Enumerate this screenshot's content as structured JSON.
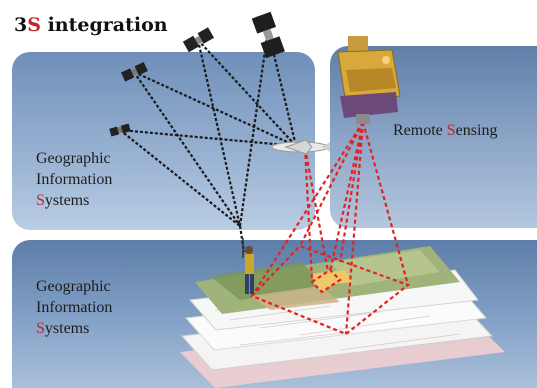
{
  "title": {
    "lead": "3",
    "accent": "S",
    "rest": " integration"
  },
  "labels": {
    "gis_top": {
      "line1": "Geographic",
      "line2": "Information",
      "line3_accent": "S",
      "line3_rest": "ystems"
    },
    "remote_sensing": {
      "part1": "Remote ",
      "accent": "S",
      "part2": "ensing"
    },
    "gis_bottom": {
      "line1": "Geographic",
      "line2": "Information",
      "line3_accent": "S",
      "line3_rest": "ystems"
    }
  },
  "icons": {
    "gps_satellites": "gps-satellite-icon",
    "remote_sensing_satellite": "remote-sensing-satellite-icon",
    "aircraft": "aircraft-icon",
    "field_surveyor": "surveyor-icon",
    "map_layers": "map-layer-stack-icon"
  },
  "colors": {
    "accent": "#c0262b",
    "gps_links": "#1a1a1a",
    "sensing_links": "#e02424",
    "panel_blue": "#7d9bc2"
  }
}
